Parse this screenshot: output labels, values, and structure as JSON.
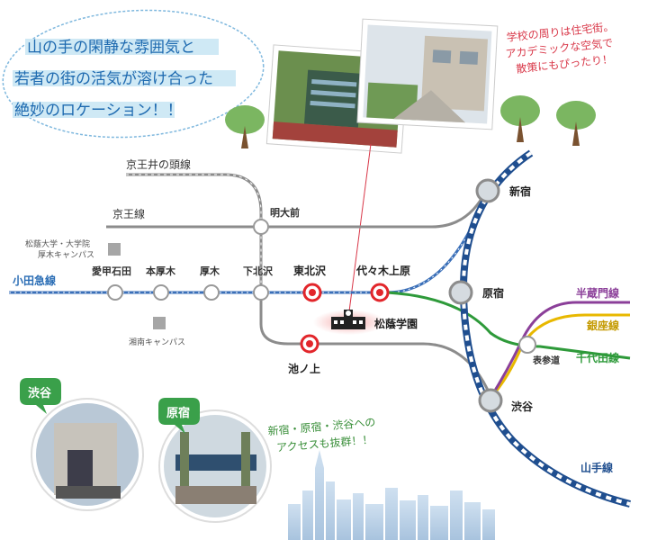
{
  "header": {
    "line1": "山の手の閑静な雰囲気と",
    "line2": "若者の街の活気が溶け合った",
    "line3": "絶妙のロケーション！！"
  },
  "note_top_right": {
    "line1": "学校の周りは住宅街。",
    "line2": "アカデミックな空気で",
    "line3": "散策にもぴったり！"
  },
  "note_bottom": {
    "line1": "新宿・原宿・渋谷への",
    "line2": "アクセスも抜群！！"
  },
  "lines": {
    "keio_inokashira": "京王井の頭線",
    "keio": "京王線",
    "odakyu": "小田急線",
    "hanzomon": "半蔵門線",
    "ginza": "銀座線",
    "chiyoda": "千代田線",
    "yamanote": "山手線"
  },
  "stations": {
    "aiko_ishida": "愛甲石田",
    "hon_atsugi": "本厚木",
    "atsugi": "厚木",
    "shimokitazawa": "下北沢",
    "higashi_kitazawa": "東北沢",
    "yoyogi_uehara": "代々木上原",
    "meidaimae": "明大前",
    "ikenoue": "池ノ上",
    "shinjuku": "新宿",
    "harajuku": "原宿",
    "omotesando": "表参道",
    "shibuya": "渋谷"
  },
  "campuses": {
    "atsugi": "松蔭大学・大学院\n厚木キャンパス",
    "atsugi_line1": "松蔭大学・大学院",
    "atsugi_line2": "厚木キャンパス",
    "shonan": "湘南キャンパス"
  },
  "school": {
    "name": "松蔭学園"
  },
  "photo_badges": {
    "shibuya": "渋谷",
    "harajuku": "原宿"
  },
  "colors": {
    "accent_blue": "#2a6db5",
    "highlight_red": "#e2262b",
    "track_gray": "#8c8c8c",
    "odakyu_blue": "#3a6fb8",
    "chiyoda_green": "#2e9a3a",
    "ginza_yellow": "#e8b800",
    "hanzomon_purple": "#8b3f99",
    "yamanote_navy": "#1f4e8f",
    "text_green": "#3a8f3a",
    "note_red": "#d9394a"
  },
  "icons": [
    "tree-icon",
    "school-building-icon",
    "skyline-icon",
    "photo-placeholder"
  ]
}
